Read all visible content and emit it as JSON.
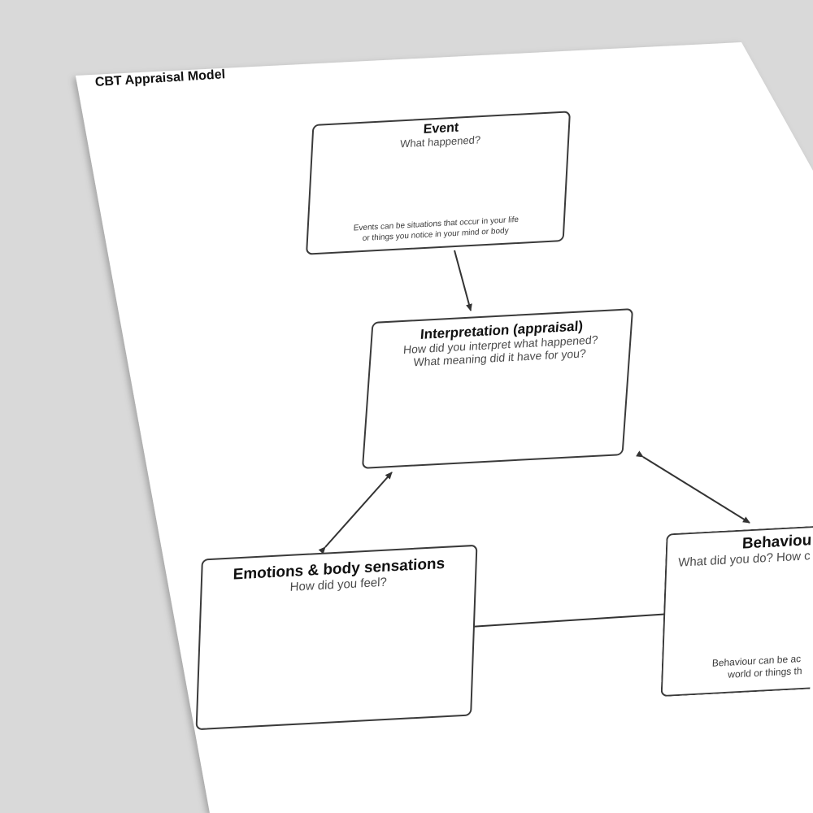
{
  "sheet": {
    "title": "CBT Appraisal Model"
  },
  "boxes": {
    "event": {
      "title": "Event",
      "subtitle": "What happened?",
      "footnote_line1": "Events can be situations that occur in your life",
      "footnote_line2": "or things you notice in your mind or body"
    },
    "interpretation": {
      "title": "Interpretation (appraisal)",
      "subtitle_line1": "How did you interpret what happened?",
      "subtitle_line2": "What meaning did it have for you?"
    },
    "emotions": {
      "title": "Emotions & body sensations",
      "subtitle": "How did you feel?"
    },
    "behaviour": {
      "title": "Behaviou",
      "subtitle": "What did you do? How c",
      "footnote_line1": "Behaviour can be ac",
      "footnote_line2": "world or things th"
    }
  },
  "colors": {
    "background": "#d9d9d9",
    "paper": "#ffffff",
    "border": "#3a3a3a",
    "arrow": "#333333"
  }
}
